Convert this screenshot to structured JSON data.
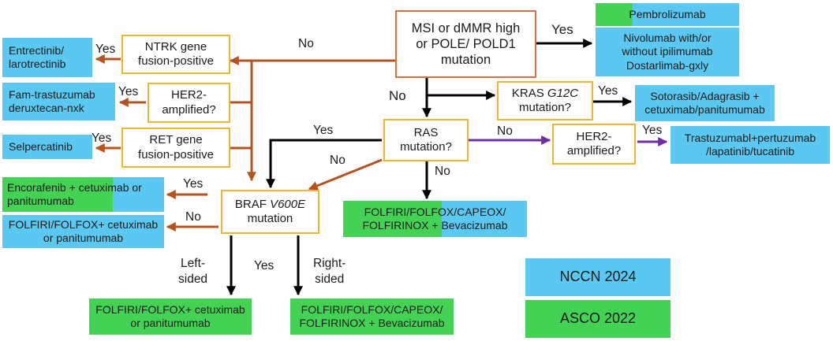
{
  "colors": {
    "nccn": "#5ac8f0",
    "asco": "#44d254",
    "question_border": "#f1b52c",
    "root_border": "#e26d3f",
    "arrow_brown": "#b5531f",
    "arrow_black": "#000000",
    "arrow_purple": "#6f2fa0"
  },
  "questions": {
    "root": {
      "line1": "MSI or dMMR high",
      "line2": "or POLE/ POLD1",
      "line3": "mutation"
    },
    "ntrk": {
      "line1": "NTRK gene",
      "line2": "fusion-positive"
    },
    "her2_left": {
      "line1": "HER2-",
      "line2": "amplified?"
    },
    "ret": {
      "line1": "RET gene",
      "line2": "fusion-positive"
    },
    "kras": {
      "pre": "KRAS ",
      "gene": "G12C",
      "line2": "mutation?"
    },
    "ras": {
      "line1": "RAS",
      "line2": "mutation?"
    },
    "her2_right": {
      "line1": "HER2-",
      "line2": "amplified?"
    },
    "braf": {
      "pre": "BRAF ",
      "gene": "V600E",
      "line2": "mutation"
    }
  },
  "treatments": {
    "pembrolizumab": "Pembrolizumab",
    "nivolumab": {
      "line1": "Nivolumab with/or",
      "line2": "without ipilimumab",
      "line3": "Dostarlimab-gxly"
    },
    "entrectinib": {
      "line1": "Entrectinib/",
      "line2": "larotrectinib"
    },
    "fam_trastuzumab": {
      "line1": "Fam-trastuzumab",
      "line2": "deruxtecan-nxk"
    },
    "selpercatinib": "Selpercatinib",
    "sotorasib": {
      "line1": "Sotorasib/Adagrasib +",
      "line2": "cetuximab/panitumumab"
    },
    "trastuzumab": {
      "line1": "Trastuzumabl+pertuzumab",
      "line2": "/lapatinib/tucatinib"
    },
    "encorafenib": {
      "line1": "Encorafenib + cetuximab or",
      "line2": "panitumumab"
    },
    "folfiri_braf_no": {
      "line1": "FOLFIRI/FOLFOX+ cetuximab",
      "line2": "or panitumumab"
    },
    "folfiri_ras_no": {
      "line1": "FOLFIRI/FOLFOX/CAPEOX/",
      "line2": "FOLFIRINOX + Bevacizumab"
    },
    "folfiri_left": {
      "line1": "FOLFIRI/FOLFOX+ cetuximab",
      "line2": "or panitumumab"
    },
    "folfiri_right": {
      "line1": "FOLFIRI/FOLFOX/CAPEOX/",
      "line2": "FOLFIRINOX + Bevacizumab"
    }
  },
  "edge_labels": {
    "root_no_left": "No",
    "root_yes": "Yes",
    "ntrk_yes": "Yes",
    "her2_left_yes": "Yes",
    "ret_yes": "Yes",
    "root_no_down": "No",
    "kras_yes": "Yes",
    "ras_yes": "Yes",
    "ras_no_her2": "No",
    "her2_right_yes": "Yes",
    "ras_no_braf": "No",
    "ras_no_down": "No",
    "braf_yes": "Yes",
    "braf_no": "No",
    "left_sided": {
      "line1": "Left-",
      "line2": "sided"
    },
    "braf_yes_down": "Yes",
    "right_sided": {
      "line1": "Right-",
      "line2": "sided"
    }
  },
  "legend": {
    "nccn": "NCCN 2024",
    "asco": "ASCO 2022"
  }
}
